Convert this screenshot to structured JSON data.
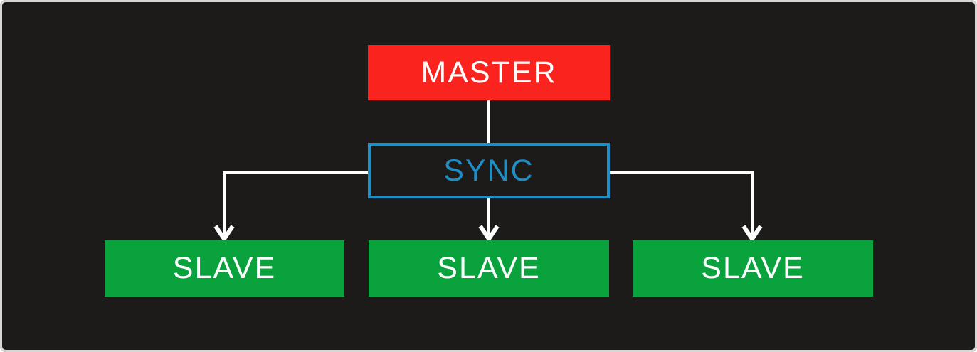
{
  "diagram": {
    "nodes": {
      "master": {
        "label": "MASTER"
      },
      "sync": {
        "label": "SYNC"
      },
      "slaves": [
        {
          "label": "SLAVE"
        },
        {
          "label": "SLAVE"
        },
        {
          "label": "SLAVE"
        }
      ]
    },
    "colors": {
      "background": "#1C1B19",
      "frame_border": "#D6D6D2",
      "master_fill": "#FB231D",
      "slave_fill": "#09A23D",
      "sync_border": "#1E8FC6",
      "sync_text": "#1E8FC6",
      "connector": "#FFFFFF",
      "node_text": "#FFFFFF"
    }
  }
}
